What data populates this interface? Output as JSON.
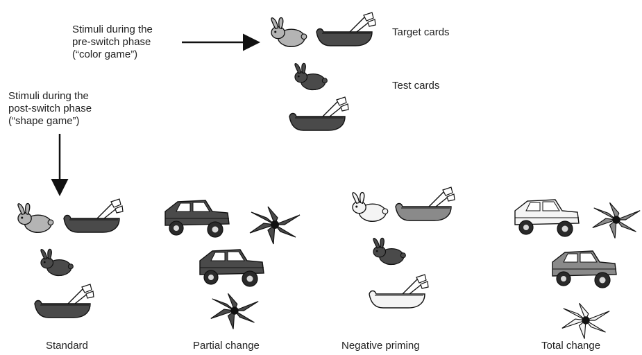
{
  "labels": {
    "pre_switch": "Stimuli during the\npre-switch phase\n(“color game”)",
    "post_switch": "Stimuli during the\npost-switch phase\n(“shape game”)",
    "target_cards": "Target cards",
    "test_cards": "Test cards"
  },
  "conditions": [
    {
      "name": "Standard"
    },
    {
      "name": "Partial change"
    },
    {
      "name": "Negative priming"
    },
    {
      "name": "Total change"
    }
  ],
  "palette": {
    "light_gray": "#b4b4b4",
    "mid_gray": "#8a8a8a",
    "dark_gray": "#4a4a4a",
    "white": "#f4f4f4",
    "outline": "#111111"
  },
  "icons": {
    "rabbit": "rabbit-icon",
    "boat": "boat-icon",
    "truck": "truck-icon",
    "flower": "flower-icon"
  }
}
